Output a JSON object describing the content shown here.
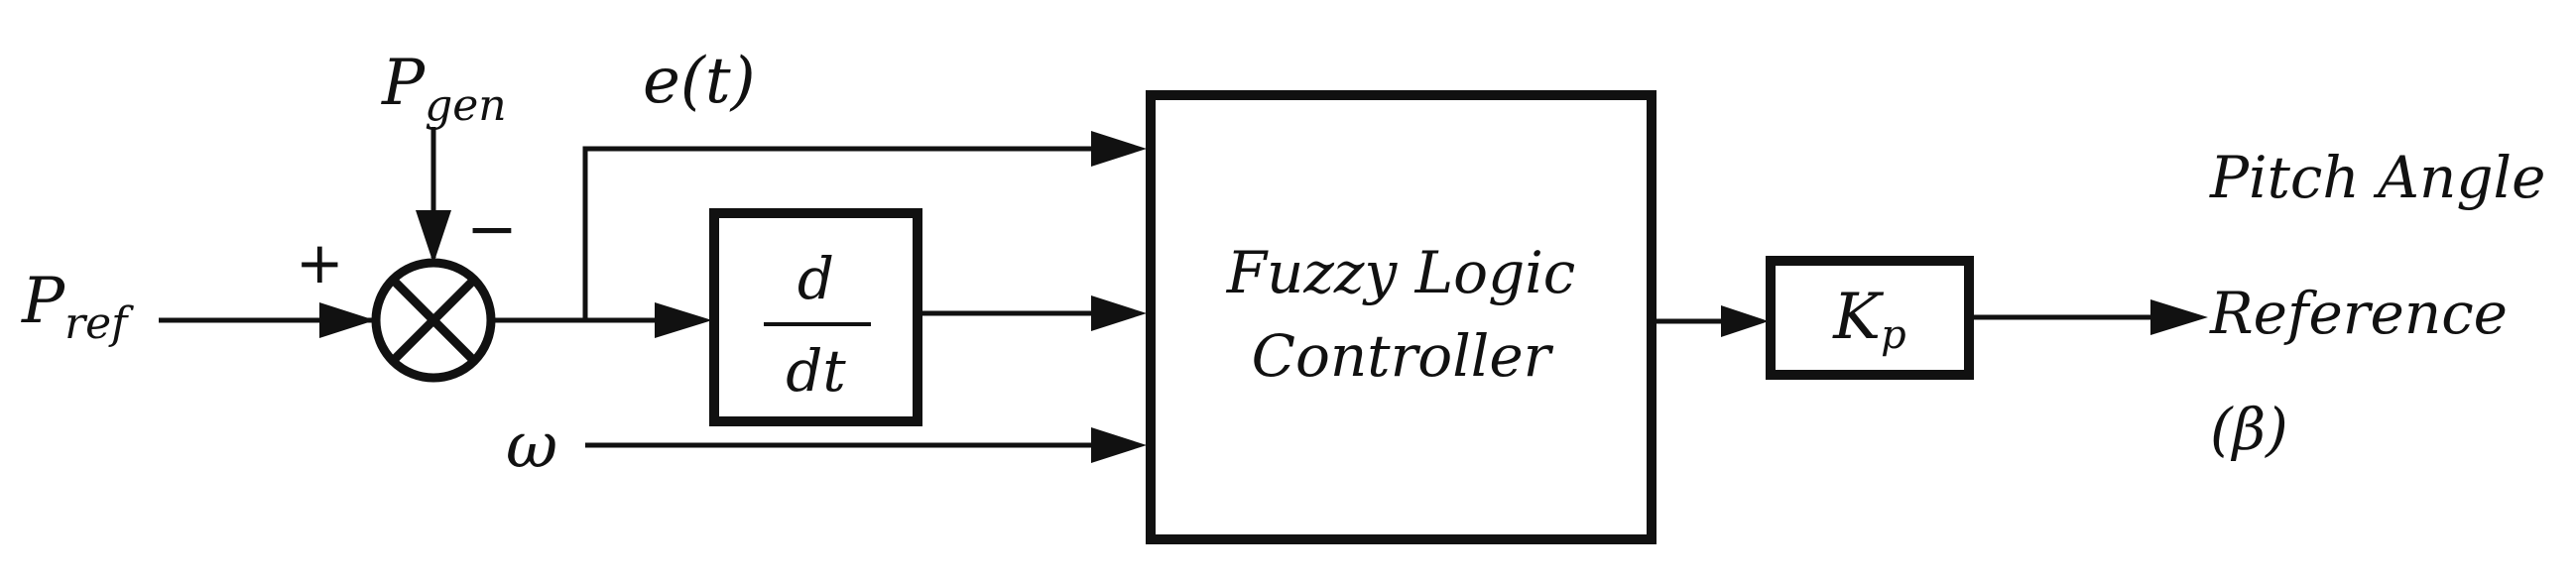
{
  "inputs": {
    "p_ref": {
      "base": "P",
      "sub": "ref"
    },
    "p_gen": {
      "base": "P",
      "sub": "gen"
    },
    "omega": "ω"
  },
  "signals": {
    "error": "e(t)",
    "plus": "+",
    "minus": "−"
  },
  "derivative_block": {
    "numerator": "d",
    "denominator": "dt"
  },
  "fuzzy_block": {
    "line1": "Fuzzy Logic",
    "line2": "Controller"
  },
  "gain_block": {
    "base": "K",
    "sub": "p"
  },
  "output": {
    "line1": "Pitch Angle",
    "line2": "Reference",
    "line3": "(β)"
  }
}
